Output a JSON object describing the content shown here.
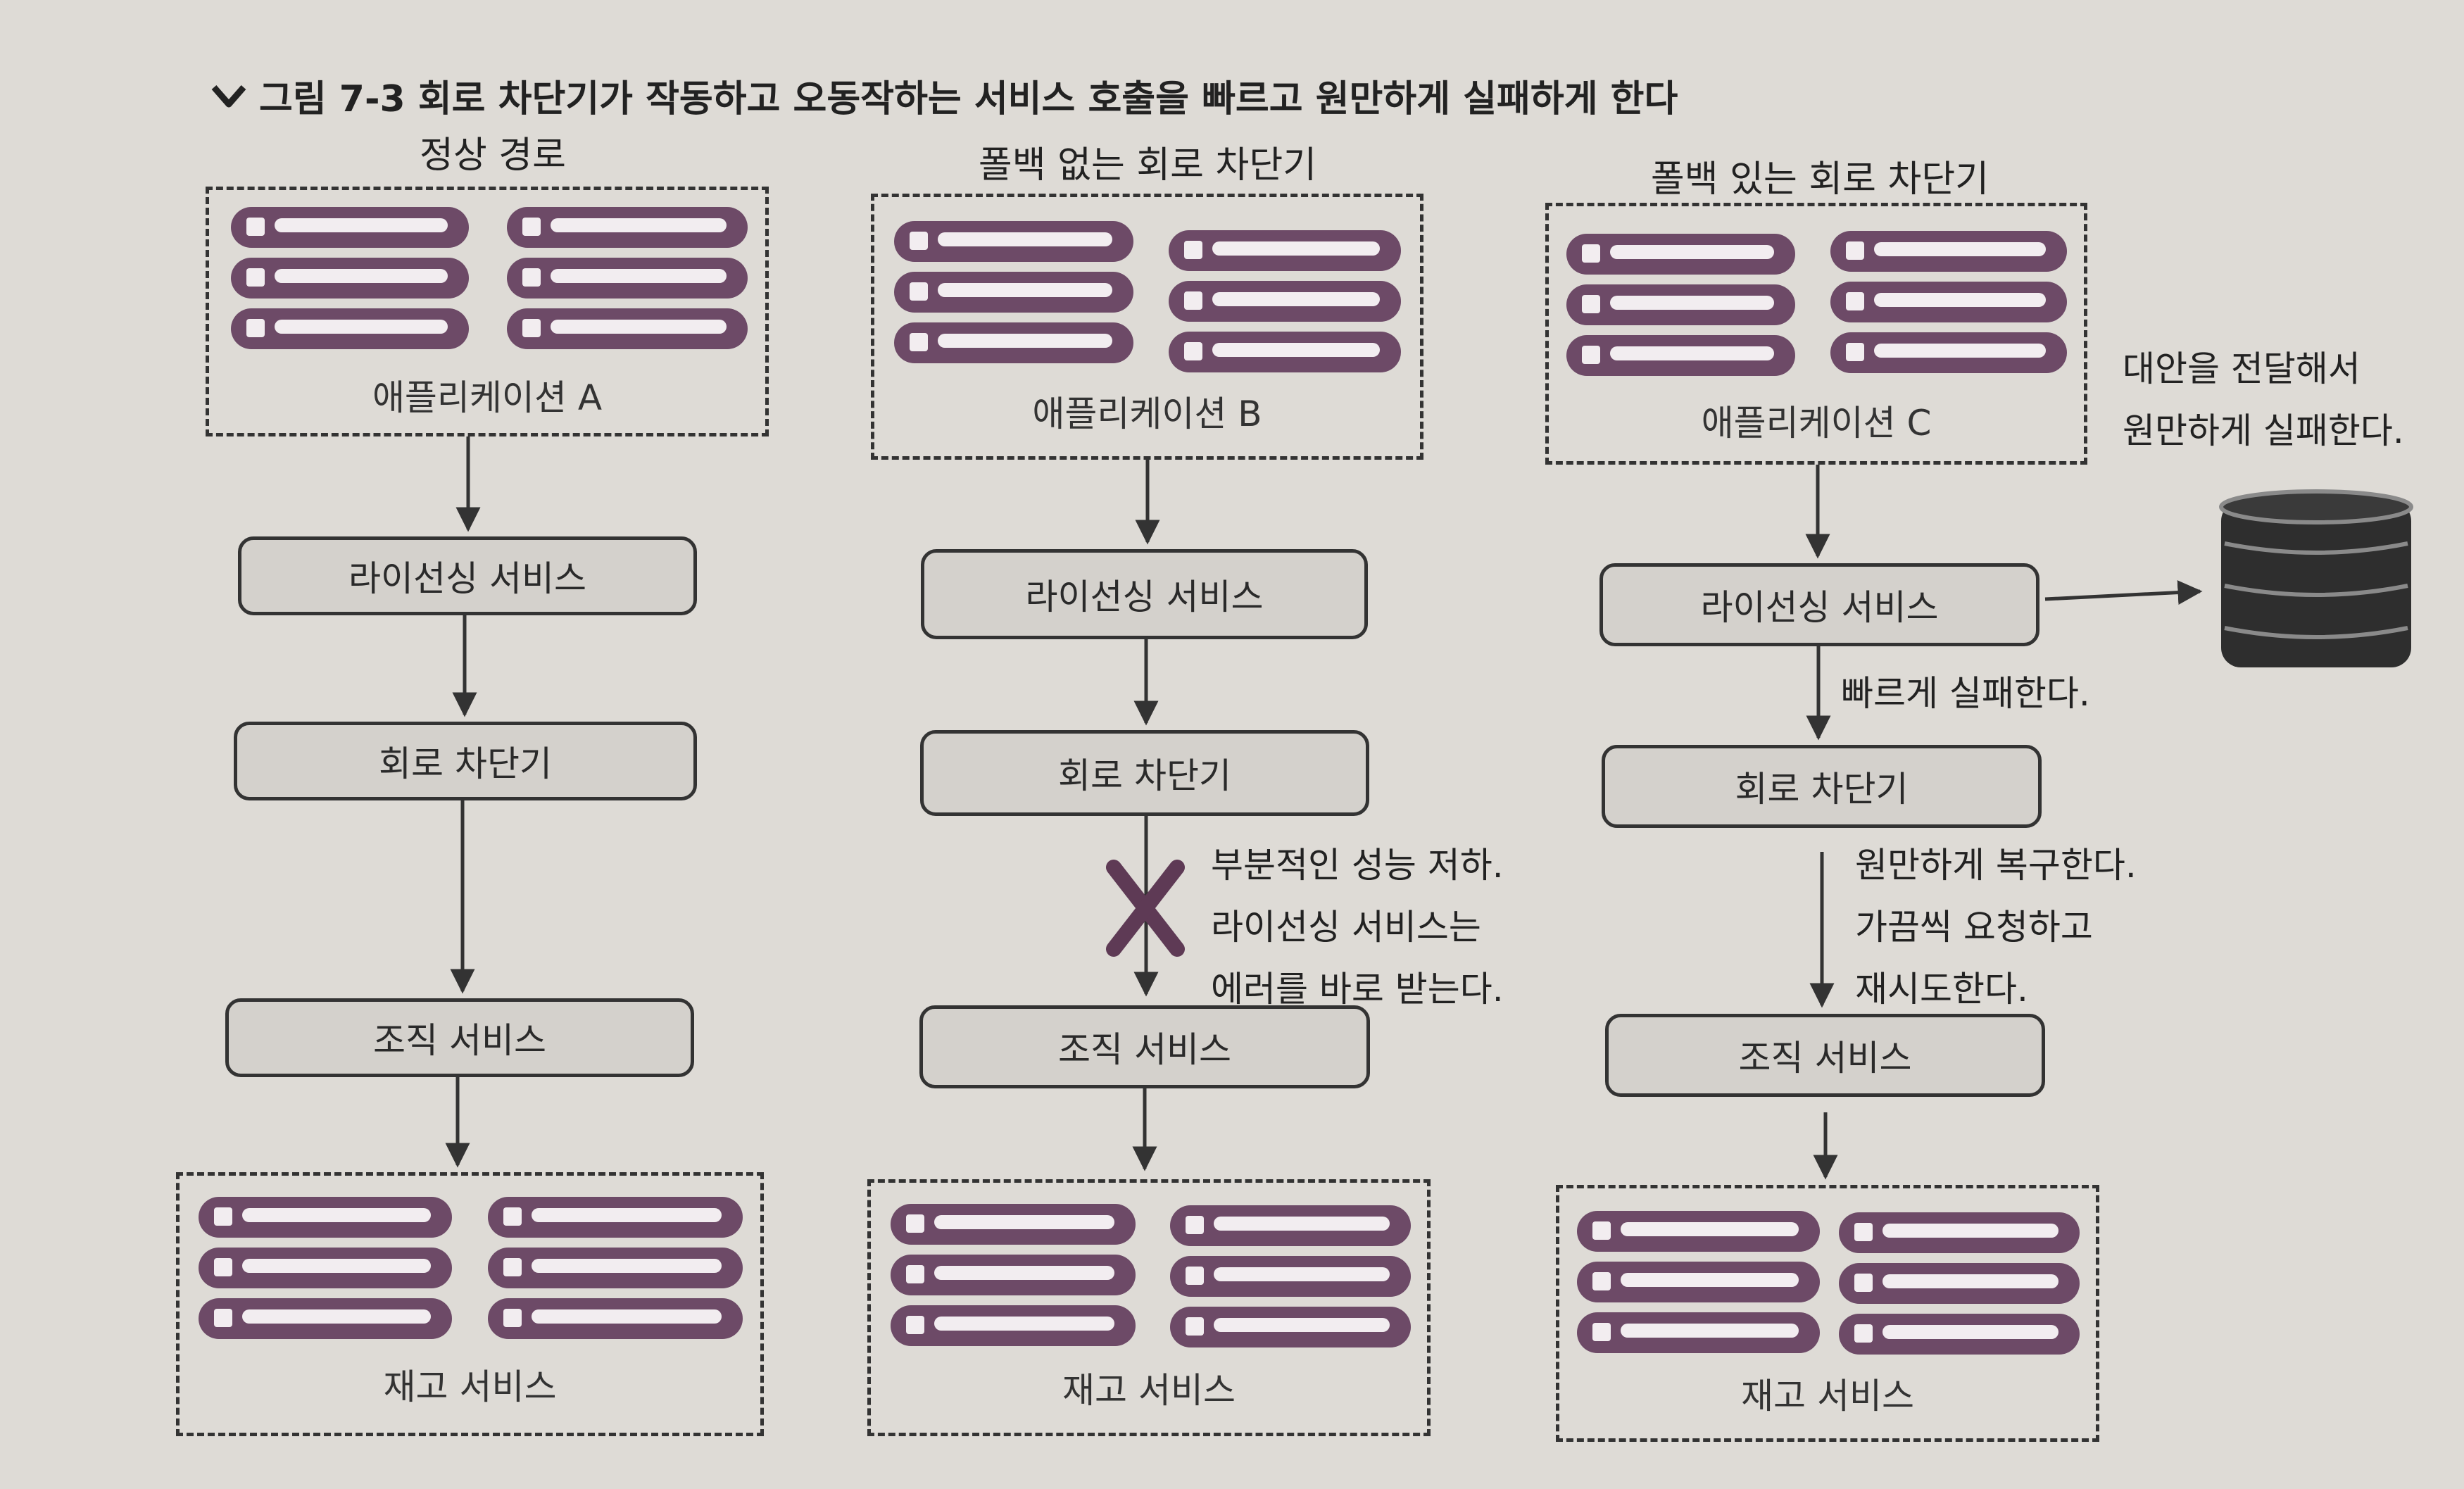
{
  "figure": {
    "caption": "그림 7-3 회로 차단기가 작동하고 오동작하는 서비스 호출을 빠르고 원만하게 실패하게 한다",
    "caption_icon": "chevron-down-icon"
  },
  "columns": [
    {
      "title": "정상 경로",
      "app": "애플리케이션 A",
      "licensing": "라이선싱 서비스",
      "breaker": "회로 차단기",
      "org": "조직 서비스",
      "inventory": "재고 서비스"
    },
    {
      "title": "폴백 없는 회로 차단기",
      "app": "애플리케이션 B",
      "licensing": "라이선싱 서비스",
      "breaker": "회로 차단기",
      "org": "조직 서비스",
      "inventory": "재고 서비스",
      "note": [
        "부분적인 성능 저하.",
        "라이선싱 서비스는",
        "에러를 바로 받는다."
      ]
    },
    {
      "title": "폴백 있는 회로 차단기",
      "app": "애플리케이션 C",
      "licensing": "라이선싱 서비스",
      "breaker": "회로 차단기",
      "org": "조직 서비스",
      "inventory": "재고 서비스",
      "fail_fast": "빠르게 실패한다.",
      "recover": [
        "원만하게 복구한다.",
        "가끔씩 요청하고",
        "재시도한다."
      ],
      "fallback": [
        "대안을 전달해서",
        "원만하게 실패한다."
      ]
    }
  ],
  "colors": {
    "background": "#dedbd6",
    "server_fill": "#6d4a67",
    "server_bar": "#f2edf0",
    "line": "#333333",
    "database": "#2e2e2e"
  },
  "icons": [
    "server-rack-icon",
    "database-icon",
    "failure-x-icon"
  ]
}
